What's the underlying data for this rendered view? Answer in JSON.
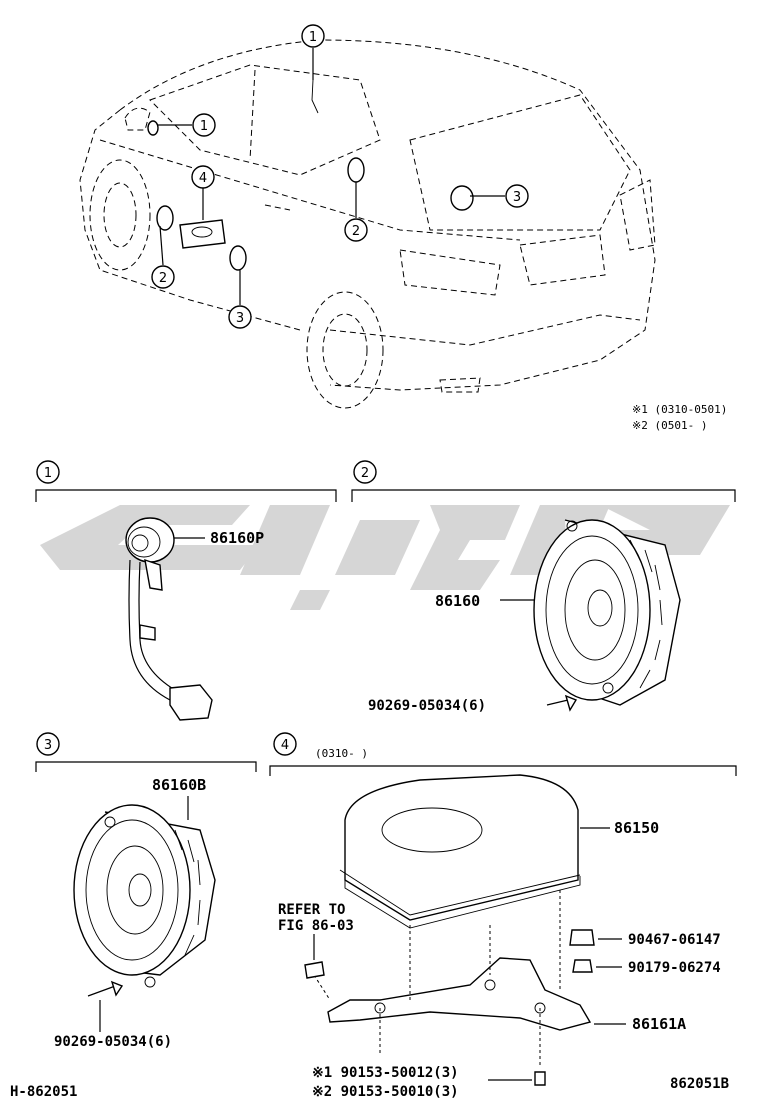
{
  "callout_numbers": [
    "1",
    "2",
    "3",
    "4"
  ],
  "notes": {
    "n1": "※1 (0310-0501)",
    "n2": "※2 (0501-     )"
  },
  "sections": {
    "s4_range": "(0310-     )"
  },
  "parts": {
    "p86160P": "86160P",
    "p86160": "86160",
    "screw_a": "90269-05034(6)",
    "p86160B": "86160B",
    "screw_b": "90269-05034(6)",
    "p86150": "86150",
    "refer1": "REFER TO",
    "refer2": "FIG 86-03",
    "p90467": "90467-06147",
    "p90179": "90179-06274",
    "p86161A": "86161A",
    "bolt1": "※1 90153-50012(3)",
    "bolt2": "※2 90153-50010(3)"
  },
  "footer": {
    "left": "H-862051",
    "right": "862051B"
  },
  "watermark_color": "#cfcfcf"
}
